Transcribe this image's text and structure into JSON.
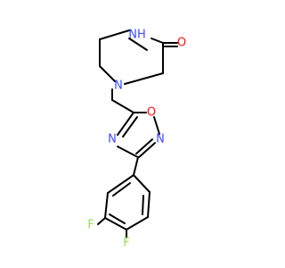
{
  "molecule": {
    "atoms": {
      "nh": {
        "text": "NH",
        "color": "#3b4cff"
      },
      "o_carbonyl": {
        "text": "O",
        "color": "#ff0d0d"
      },
      "n_piperazine": {
        "text": "N",
        "color": "#3b4cff"
      },
      "o_ring": {
        "text": "O",
        "color": "#ff0d0d"
      },
      "n_ring_upper": {
        "text": "N",
        "color": "#3b4cff"
      },
      "n_ring_lower": {
        "text": "N",
        "color": "#3b4cff"
      },
      "f_meta": {
        "text": "F",
        "color": "#90e050"
      },
      "f_para": {
        "text": "F",
        "color": "#90e050"
      }
    },
    "bond_color": "#000000",
    "background": "#ffffff"
  }
}
